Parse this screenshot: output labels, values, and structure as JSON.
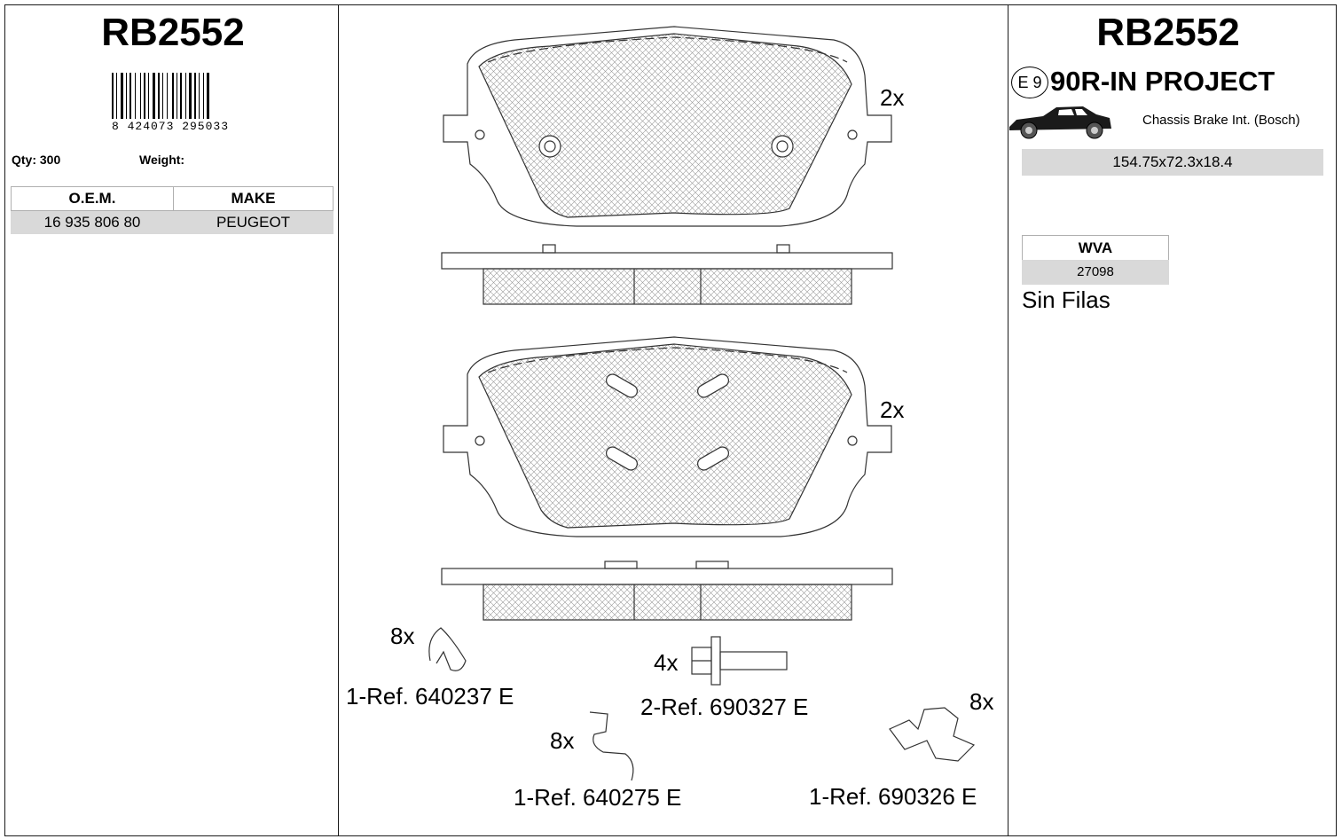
{
  "left_panel": {
    "part_number": "RB2552",
    "barcode_digits": "8 424073 295033",
    "qty_label": "Qty: 300",
    "weight_label": "Weight:",
    "oem_table": {
      "headers": [
        "O.E.M.",
        "MAKE"
      ],
      "rows": [
        [
          "16 935 806 80",
          "PEUGEOT"
        ]
      ]
    }
  },
  "center_panel": {
    "pad_sets": [
      {
        "multiplier": "2x"
      },
      {
        "multiplier": "2x"
      }
    ],
    "accessories": [
      {
        "multiplier": "8x",
        "ref": "1-Ref. 640237 E",
        "icon": "spring-clip-icon"
      },
      {
        "multiplier": "4x",
        "ref": "2-Ref. 690327 E",
        "icon": "bolt-icon"
      },
      {
        "multiplier": "8x",
        "ref": "1-Ref. 640275 E",
        "icon": "wire-spring-icon"
      },
      {
        "multiplier": "8x",
        "ref": "1-Ref. 690326 E",
        "icon": "anti-rattle-clip-icon"
      }
    ]
  },
  "right_panel": {
    "part_number": "RB2552",
    "approval_mark": "E 9",
    "approval_text": "90R-IN PROJECT",
    "vehicle_icon": "car-icon",
    "system": "Chassis Brake Int. (Bosch)",
    "dimensions": "154.75x72.3x18.4",
    "wva": {
      "header": "WVA",
      "value": "27098"
    },
    "note": "Sin Filas"
  },
  "colors": {
    "border": "#1a1a1a",
    "cell_fill": "#d9d9d9",
    "line": "#333333"
  }
}
